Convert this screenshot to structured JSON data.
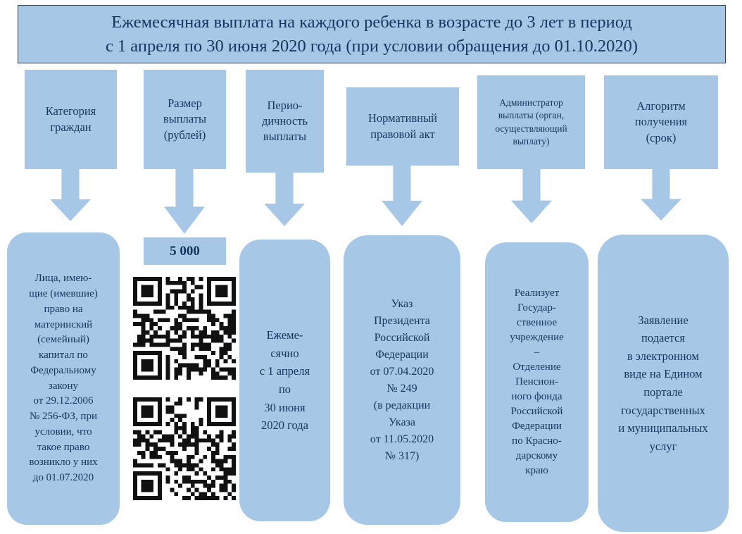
{
  "title": {
    "text": "Ежемесячная выплата на каждого ребенка в возрасте до 3 лет в период\nс 1 апреля по 30 июня 2020 года (при условии обращения до 01.10.2020)"
  },
  "columns": [
    {
      "header": "Категория\nграждан",
      "body": "Лица, имею-\nщие (имевшие)\nправо на\nматеринский\n(семейный)\nкапитал по\nФедеральному\nзакону\nот 29.12.2006\n№ 256-ФЗ, при\nусловии, что\nтакое право\nвозникло у них\nдо 01.07.2020"
    },
    {
      "header": "Размер\nвыплаты\n(рублей)",
      "amount": "5 000",
      "qr_codes": [
        "qr-code-top",
        "qr-code-bottom"
      ]
    },
    {
      "header": "Перио-\nдичность\nвыплаты",
      "body": "Ежеме-\nсячно\nс 1 апреля\nпо\n30 июня\n2020 года"
    },
    {
      "header": "Нормативный\nправовой акт",
      "body": "Указ\nПрезидента\nРоссийской\nФедерации\nот 07.04.2020\n№ 249\n(в редакции\nУказа\nот 11.05.2020\n№ 317)"
    },
    {
      "header": "Администратор\nвыплаты (орган,\nосуществляющий\nвыплату)",
      "body": "Реализует\nГосудар-\nственное\nучреждение\n–\nОтделение\nПенсион-\nного фонда\nРоссийской\nФедерации\nпо Красно-\nдарскому\nкраю"
    },
    {
      "header": "Алгоритм\nполучения\n(срок)",
      "body": "Заявление\nподается\nв электронном\nвиде на Едином\nпортале\nгосударственных\nи муниципальных\nуслуг"
    }
  ],
  "colors": {
    "box_fill": "#a6c7e5",
    "text": "#17365d",
    "qr_dark": "#111111"
  }
}
